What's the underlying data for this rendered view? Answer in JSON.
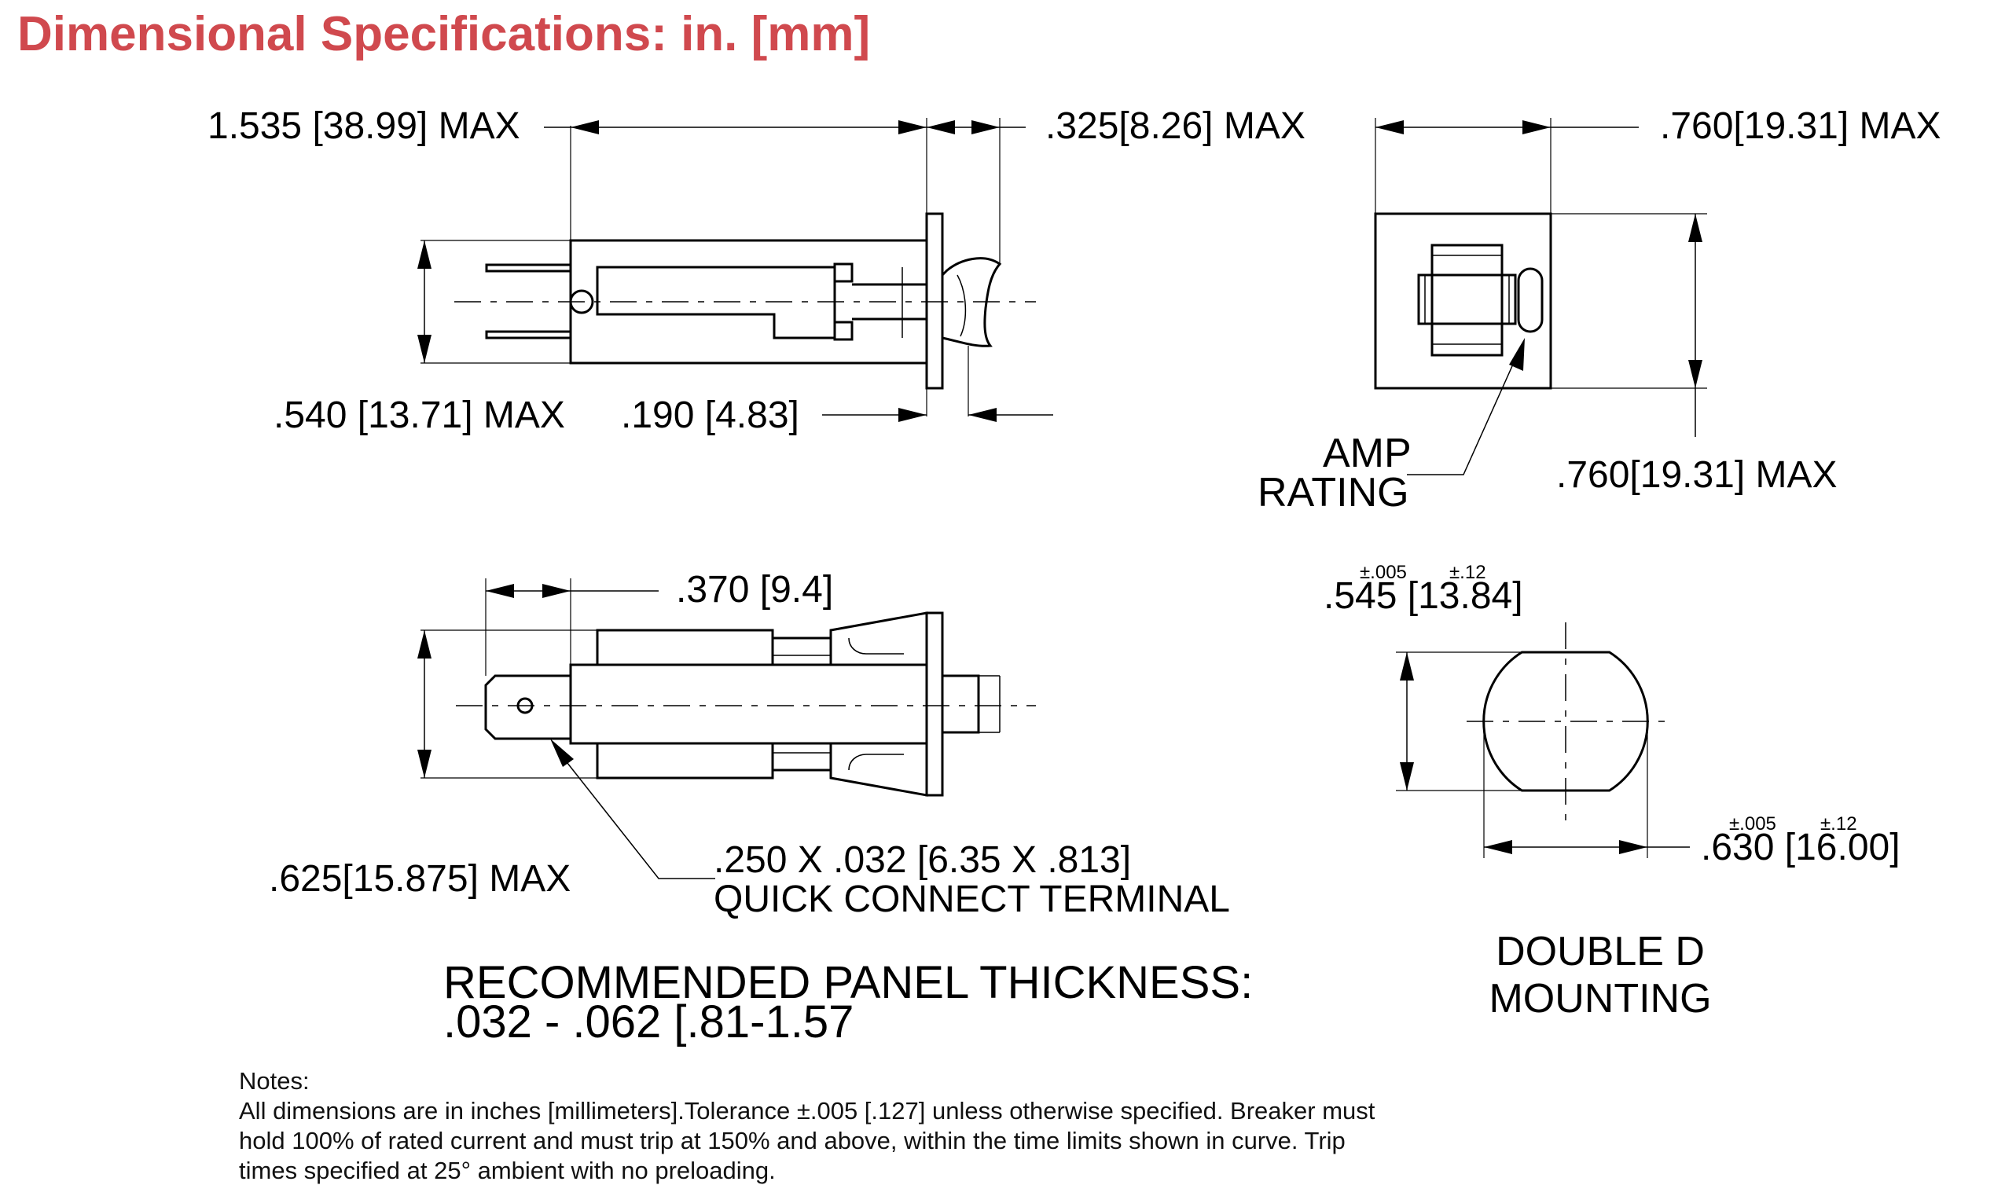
{
  "title": "Dimensional Specifications: in. [mm]",
  "side_view": {
    "overall_length": "1.535 [38.99] MAX",
    "actuator_length": ".325[8.26] MAX",
    "height": ".540 [13.71] MAX",
    "flange": ".190 [4.83]"
  },
  "front_view": {
    "width": ".760[19.31] MAX",
    "height": ".760[19.31] MAX",
    "amp_rating_line1": "AMP",
    "amp_rating_line2": "RATING"
  },
  "bottom_view": {
    "terminal_offset": ".370 [9.4]",
    "height": ".625[15.875] MAX",
    "terminal_size": ".250 X .032 [6.35 X .813]",
    "terminal_label": "QUICK CONNECT TERMINAL"
  },
  "panel": {
    "line1": "RECOMMENDED PANEL THICKNESS:",
    "line2": ".032 - .062 [.81-1.57"
  },
  "mounting": {
    "flat_tol_in": "±.005",
    "flat_tol_mm": "±.12",
    "flat_dim": ".545 [13.84]",
    "dia_tol_in": "±.005",
    "dia_tol_mm": "±.12",
    "dia_dim": ".630 [16.00]",
    "label_line1": "DOUBLE D",
    "label_line2": "MOUNTING"
  },
  "notes": {
    "heading": "Notes:",
    "line1": "All dimensions are in inches [millimeters].Tolerance ±.005 [.127] unless otherwise specified. Breaker must",
    "line2": "hold 100% of rated current and must trip at 150% and above, within the time limits shown in curve. Trip",
    "line3": "times specified at 25° ambient with no preloading."
  },
  "colors": {
    "title": "#d0494e",
    "lines": "#000000"
  }
}
